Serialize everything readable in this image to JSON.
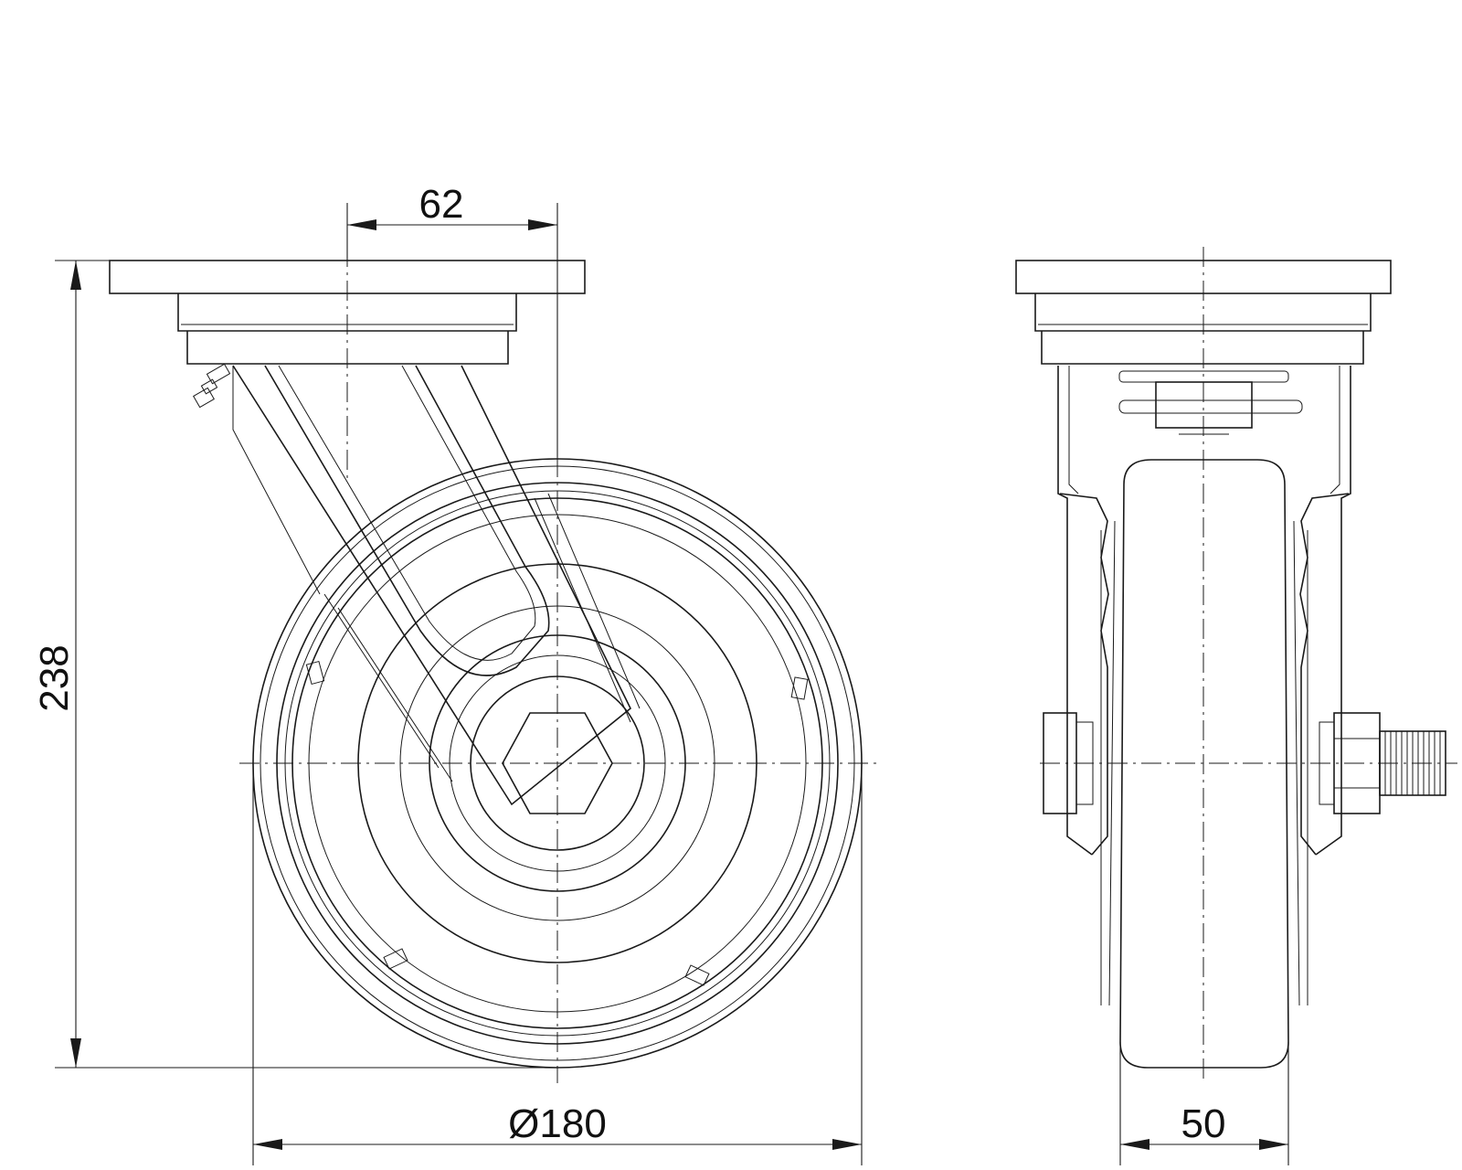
{
  "dimensions": {
    "offset": "62",
    "height": "238",
    "wheel_diameter": "Ø180",
    "wheel_width": "50"
  },
  "colors": {
    "line": "#1a1a1a",
    "background": "#ffffff"
  }
}
